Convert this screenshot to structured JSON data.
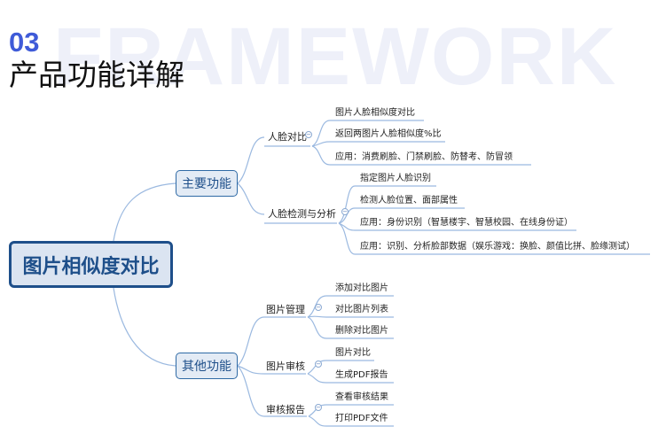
{
  "header": {
    "watermark": "FRAMEWORK",
    "section_number": "03",
    "section_title": "产品功能详解"
  },
  "mindmap": {
    "root": "图片相似度对比",
    "branches": [
      {
        "label": "主要功能",
        "children": [
          {
            "label": "人脸对比",
            "leaves": [
              "图片人脸相似度对比",
              "返回两图片人脸相似度%比",
              "应用：消费刷脸、门禁刷脸、防替考、防冒领"
            ]
          },
          {
            "label": "人脸检测与分析",
            "leaves": [
              "指定图片人脸识别",
              "检测人脸位置、面部属性",
              "应用：身份识别（智慧楼宇、智慧校园、在线身份证）",
              "应用：识别、分析脸部数据（娱乐游戏：换脸、颜值比拼、脸缘测试）"
            ]
          }
        ]
      },
      {
        "label": "其他功能",
        "children": [
          {
            "label": "图片管理",
            "leaves": [
              "添加对比图片",
              "对比图片列表",
              "删除对比图片"
            ]
          },
          {
            "label": "图片审核",
            "leaves": [
              "图片对比",
              "生成PDF报告"
            ]
          },
          {
            "label": "审核报告",
            "leaves": [
              "查看审核结果",
              "打印PDF文件"
            ]
          }
        ]
      }
    ]
  }
}
